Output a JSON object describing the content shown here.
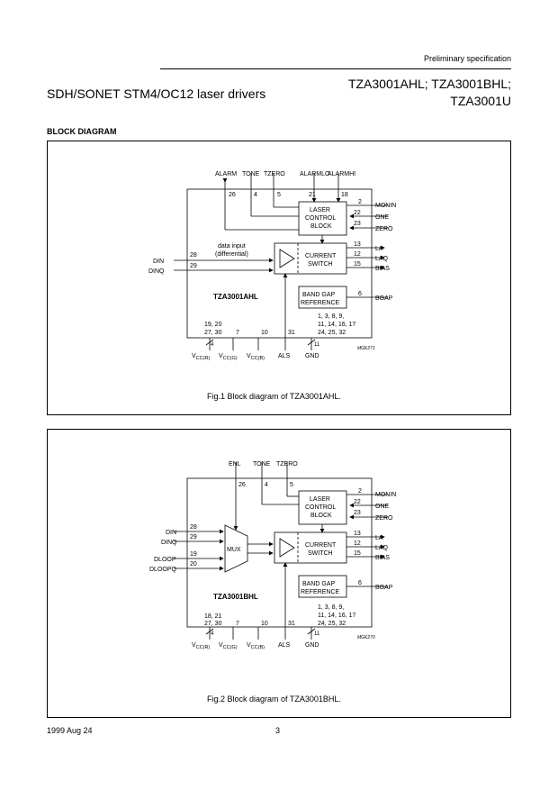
{
  "header": {
    "status": "Preliminary specification",
    "subject": "SDH/SONET STM4/OC12 laser drivers",
    "parts_line1": "TZA3001AHL; TZA3001BHL;",
    "parts_line2": "TZA3001U"
  },
  "section_title": "BLOCK DIAGRAM",
  "fig1": {
    "caption": "Fig.1 Block diagram of TZA3001AHL.",
    "chip_name": "TZA3001AHL",
    "ref": "MGK271",
    "top_pins": [
      {
        "name": "ALARM",
        "num": "26"
      },
      {
        "name": "TONE",
        "num": "4"
      },
      {
        "name": "TZERO",
        "num": "5"
      },
      {
        "name": "ALARMLO",
        "num": "21"
      },
      {
        "name": "ALARMHI",
        "num": "18"
      }
    ],
    "right_pins": [
      {
        "name": "MONIN",
        "num": "2"
      },
      {
        "name": "ONE",
        "num": "22"
      },
      {
        "name": "ZERO",
        "num": "23"
      },
      {
        "name": "LA",
        "num": "13"
      },
      {
        "name": "LAQ",
        "num": "12"
      },
      {
        "name": "BIAS",
        "num": "15"
      },
      {
        "name": "BGAP",
        "num": "6"
      }
    ],
    "left_pins": [
      {
        "name": "DIN",
        "num": "28"
      },
      {
        "name": "DINQ",
        "num": "29"
      }
    ],
    "data_input_1": "data input",
    "data_input_2": "(differential)",
    "blocks": {
      "laser_1": "LASER",
      "laser_2": "CONTROL",
      "laser_3": "BLOCK",
      "cs_1": "CURRENT",
      "cs_2": "SWITCH",
      "bg_1": "BAND GAP",
      "bg_2": "REFERENCE"
    },
    "bottom": {
      "vccr_nums_1": "19, 20",
      "vccr_nums_2": "27, 30",
      "vccr_count": "4",
      "vccg_num": "7",
      "vccb_num": "10",
      "als_num": "31",
      "gnd_nums_1": "1, 3, 8, 9,",
      "gnd_nums_2": "11, 14, 16, 17",
      "gnd_nums_3": "24, 25, 32",
      "gnd_count": "11",
      "vcc": "V",
      "sub_r": "CC(R)",
      "sub_g": "CC(G)",
      "sub_b": "CC(B)",
      "als": "ALS",
      "gnd": "GND"
    }
  },
  "fig2": {
    "caption": "Fig.2 Block diagram of TZA3001BHL.",
    "chip_name": "TZA3001BHL",
    "ref": "MGK270",
    "top_pins": [
      {
        "name": "ENL",
        "num": "26"
      },
      {
        "name": "TONE",
        "num": "4"
      },
      {
        "name": "TZERO",
        "num": "5"
      }
    ],
    "right_pins": [
      {
        "name": "MONIN",
        "num": "2"
      },
      {
        "name": "ONE",
        "num": "22"
      },
      {
        "name": "ZERO",
        "num": "23"
      },
      {
        "name": "LA",
        "num": "13"
      },
      {
        "name": "LAQ",
        "num": "12"
      },
      {
        "name": "BIAS",
        "num": "15"
      },
      {
        "name": "BGAP",
        "num": "6"
      }
    ],
    "left_pins": [
      {
        "name": "DIN",
        "num": "28"
      },
      {
        "name": "DINQ",
        "num": "29"
      },
      {
        "name": "DLOOP",
        "num": "19"
      },
      {
        "name": "DLOOPQ",
        "num": "20"
      }
    ],
    "mux": "MUX",
    "blocks": {
      "laser_1": "LASER",
      "laser_2": "CONTROL",
      "laser_3": "BLOCK",
      "cs_1": "CURRENT",
      "cs_2": "SWITCH",
      "bg_1": "BAND GAP",
      "bg_2": "REFERENCE"
    },
    "bottom": {
      "vccr_nums_1": "18, 21",
      "vccr_nums_2": "27, 30",
      "vccr_count": "4",
      "vccg_num": "7",
      "vccb_num": "10",
      "als_num": "31",
      "gnd_nums_1": "1, 3, 8, 9,",
      "gnd_nums_2": "11, 14, 16, 17",
      "gnd_nums_3": "24, 25, 32",
      "gnd_count": "11",
      "vcc": "V",
      "sub_r": "CC(R)",
      "sub_g": "CC(G)",
      "sub_b": "CC(B)",
      "als": "ALS",
      "gnd": "GND"
    }
  },
  "footer": {
    "date": "1999 Aug 24",
    "page": "3"
  }
}
